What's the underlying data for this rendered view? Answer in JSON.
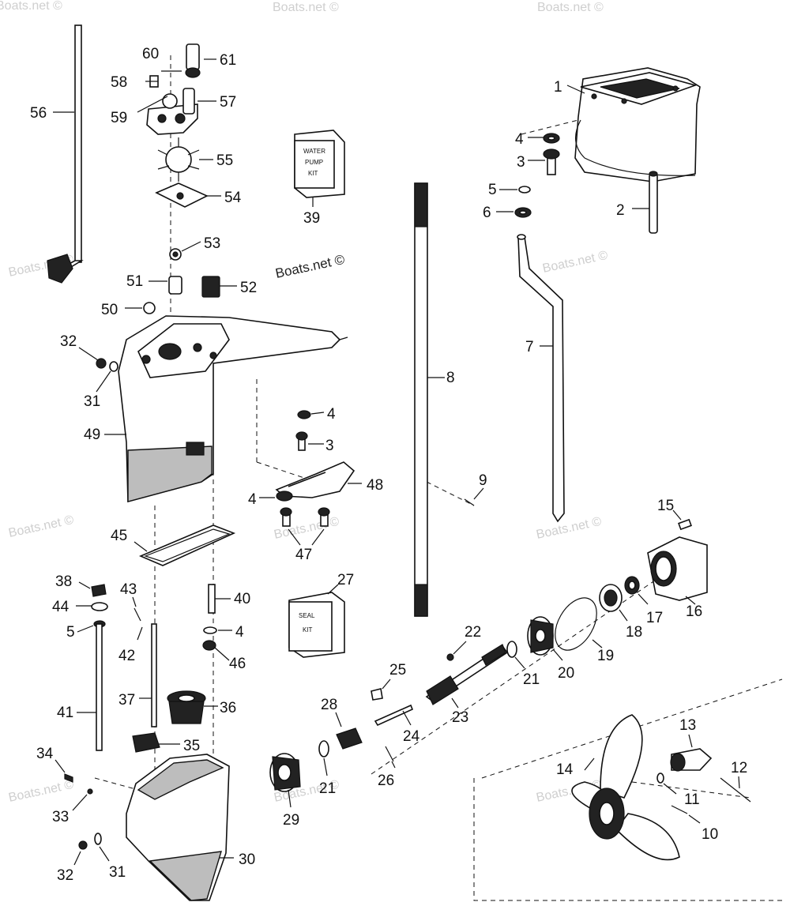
{
  "watermark": {
    "text": "Boats.net ©",
    "main_text": "Boats.net ©"
  },
  "kits": {
    "water_pump": [
      "WATER",
      "PUMP",
      "KIT"
    ],
    "seal": [
      "SEAL",
      "KIT"
    ]
  },
  "labels": {
    "p1": "1",
    "p2": "2",
    "p3a": "3",
    "p3b": "3",
    "p4a": "4",
    "p4b": "4",
    "p4c": "4",
    "p4d": "4",
    "p5a": "5",
    "p5b": "5",
    "p6": "6",
    "p7": "7",
    "p8": "8",
    "p9": "9",
    "p10": "10",
    "p11": "11",
    "p12": "12",
    "p13": "13",
    "p14": "14",
    "p15": "15",
    "p16": "16",
    "p17": "17",
    "p18": "18",
    "p19": "19",
    "p20": "20",
    "p21a": "21",
    "p21b": "21",
    "p22": "22",
    "p23": "23",
    "p24": "24",
    "p25": "25",
    "p26": "26",
    "p27": "27",
    "p28": "28",
    "p29": "29",
    "p30": "30",
    "p31a": "31",
    "p31b": "31",
    "p32a": "32",
    "p32b": "32",
    "p33": "33",
    "p34": "34",
    "p35": "35",
    "p36": "36",
    "p37": "37",
    "p38": "38",
    "p39": "39",
    "p40": "40",
    "p41": "41",
    "p42": "42",
    "p43": "43",
    "p44": "44",
    "p45": "45",
    "p46": "46",
    "p47": "47",
    "p48": "48",
    "p49": "49",
    "p50": "50",
    "p51": "51",
    "p52": "52",
    "p53": "53",
    "p54": "54",
    "p55": "55",
    "p56": "56",
    "p57": "57",
    "p58": "58",
    "p59": "59",
    "p60": "60",
    "p61": "61"
  }
}
